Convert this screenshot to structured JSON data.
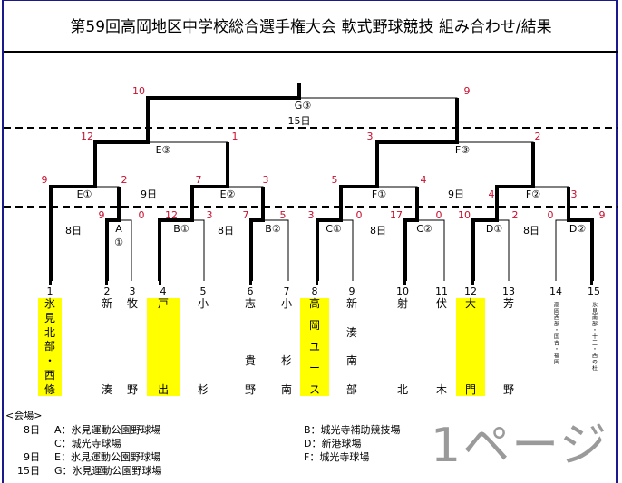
{
  "title": "第59回高岡地区中学校総合選手権大会 軟式野球競技 組み合わせ/結果",
  "watermark": "1ページ",
  "colors": {
    "score": "#c8102e",
    "highlight": "#ffff00",
    "border": "#1a1a8c"
  },
  "rounds": {
    "final": {
      "label": "G③",
      "date": "15日",
      "scores": [
        "10",
        "9"
      ]
    },
    "semi": [
      {
        "label": "E③",
        "scores": [
          "12",
          "1"
        ]
      },
      {
        "label": "F③",
        "scores": [
          "3",
          "2"
        ]
      }
    ],
    "quarter": [
      {
        "label": "E①",
        "scores": [
          "9",
          "2"
        ]
      },
      {
        "label": "E②",
        "scores": [
          "7",
          "3"
        ]
      },
      {
        "label": "F①",
        "scores": [
          "5",
          "4"
        ]
      },
      {
        "label": "F②",
        "scores": [
          "4",
          "3"
        ]
      }
    ],
    "quarter_date": "9日",
    "first": [
      {
        "label_a": "A",
        "label_b": "①",
        "scores": [
          "9",
          "0"
        ]
      },
      {
        "label": "B①",
        "scores": [
          "12",
          "3"
        ]
      },
      {
        "label": "B②",
        "scores": [
          "7",
          "5"
        ]
      },
      {
        "label": "C①",
        "scores": [
          "3",
          "0"
        ]
      },
      {
        "label": "C②",
        "scores": [
          "17",
          "0"
        ]
      },
      {
        "label": "D①",
        "scores": [
          "10",
          "2"
        ]
      },
      {
        "label": "D②",
        "scores": [
          "0",
          "9"
        ]
      }
    ],
    "first_date": "8日"
  },
  "teams": [
    {
      "no": "1",
      "name": [
        "氷",
        "見",
        "北",
        "部",
        "・",
        "西",
        "條"
      ]
    },
    {
      "no": "2",
      "name": [
        "新",
        "",
        "",
        "湊"
      ]
    },
    {
      "no": "3",
      "name": [
        "牧",
        "",
        "",
        "野"
      ]
    },
    {
      "no": "4",
      "name": [
        "戸",
        "",
        "",
        "出"
      ]
    },
    {
      "no": "5",
      "name": [
        "小",
        "",
        "",
        "杉"
      ]
    },
    {
      "no": "6",
      "name": [
        "志",
        "",
        "貴",
        "野"
      ]
    },
    {
      "no": "7",
      "name": [
        "小",
        "",
        "杉",
        "南"
      ]
    },
    {
      "no": "8",
      "name": [
        "高",
        "岡",
        "ユ",
        "ー",
        "ス"
      ]
    },
    {
      "no": "9",
      "name": [
        "新",
        "湊",
        "南",
        "部"
      ]
    },
    {
      "no": "10",
      "name": [
        "射",
        "",
        "",
        "北"
      ]
    },
    {
      "no": "11",
      "name": [
        "伏",
        "",
        "",
        "木"
      ]
    },
    {
      "no": "12",
      "name": [
        "大",
        "",
        "",
        "門"
      ]
    },
    {
      "no": "13",
      "name": [
        "芳",
        "",
        "",
        "野"
      ]
    },
    {
      "no": "14",
      "name_text": "高岡西部・国吉・福岡"
    },
    {
      "no": "15",
      "name_text": "氷見南部・十三・西の杜"
    }
  ],
  "legend": {
    "heading": "<会場>",
    "rows": [
      {
        "date": "8日",
        "left": "A：氷見運動公園野球場",
        "right": "B：城光寺補助競技場"
      },
      {
        "date": "",
        "left": "C：城光寺球場",
        "right": "D：新港球場"
      },
      {
        "date": "9日",
        "left": "E：氷見運動公園野球場",
        "right": "F：城光寺球場"
      },
      {
        "date": "15日",
        "left": "G：氷見運動公園野球場",
        "right": ""
      }
    ]
  }
}
